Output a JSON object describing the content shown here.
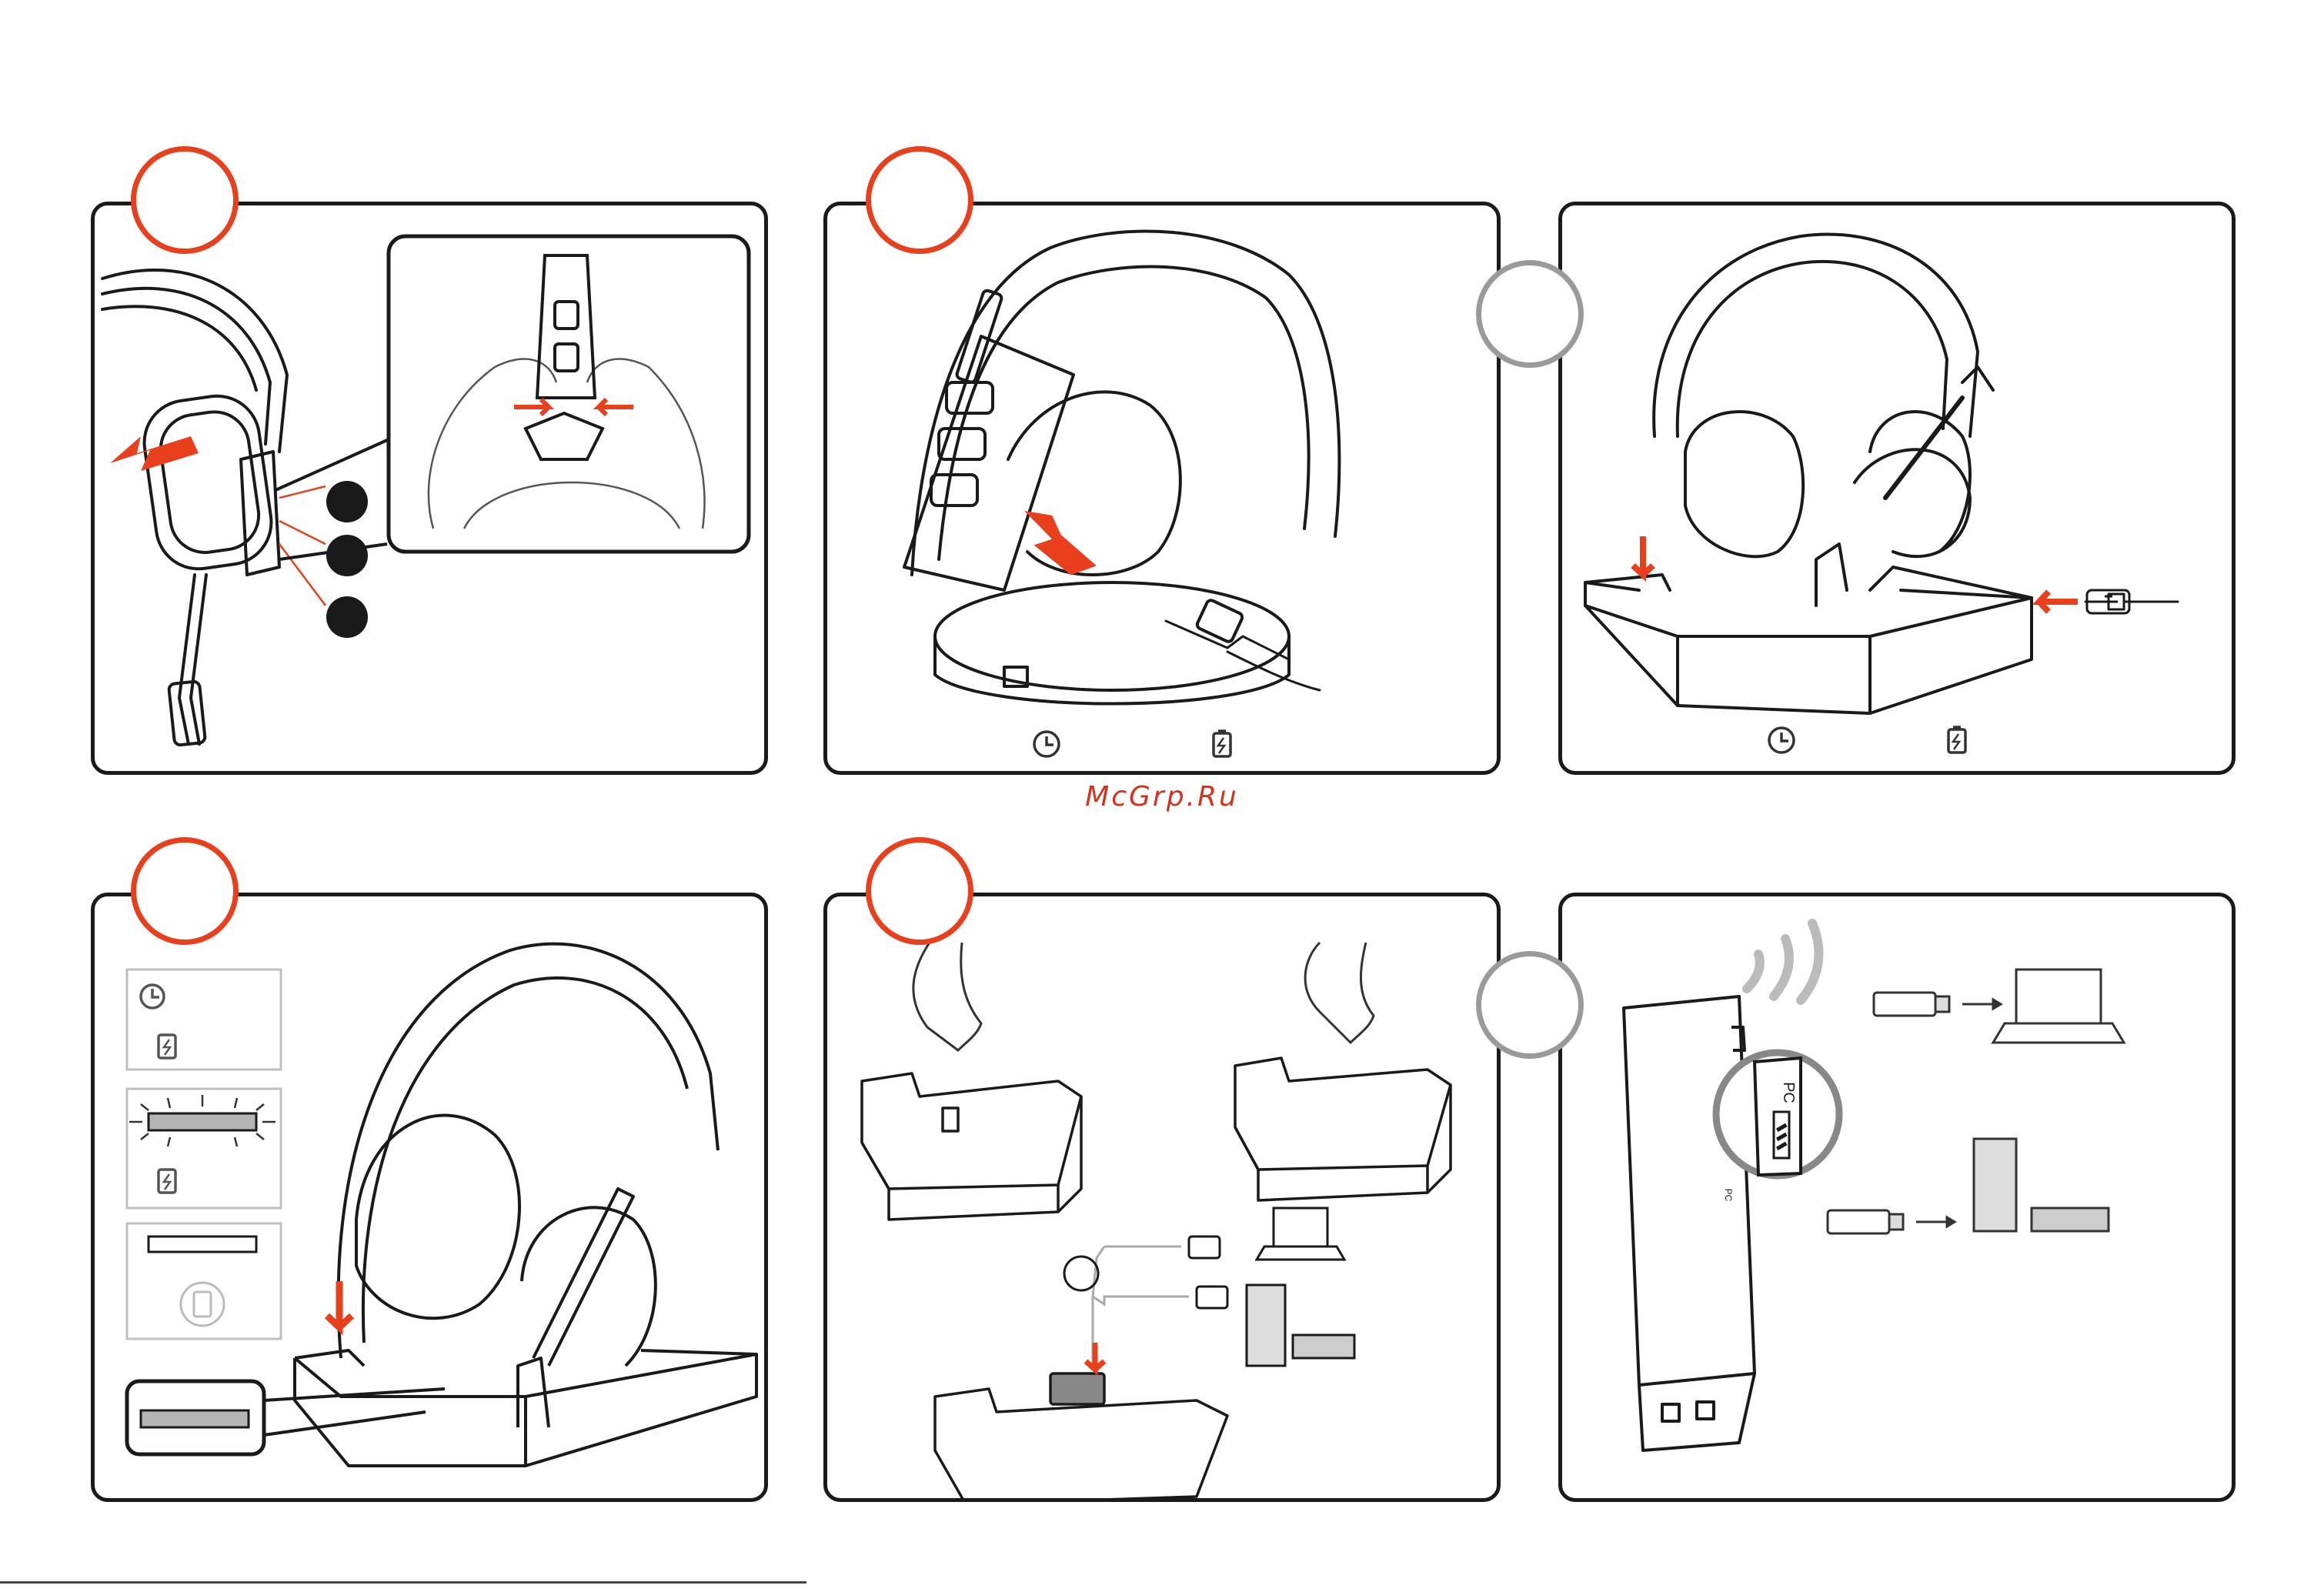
{
  "watermark": {
    "text": "McGrp.Ru"
  },
  "colors": {
    "accent": "#e8401c",
    "outline": "#1a1a1a",
    "inactive": "#9a9a9a"
  },
  "panels": [
    {
      "id": "remove-ear-cushion",
      "icons": [
        "headset-drawing",
        "magnified-inset",
        "arrow-icon",
        "callout-dot"
      ]
    },
    {
      "id": "charge-with-cable",
      "icons": [
        "headset-drawing",
        "usb-plug-icon",
        "clock-icon",
        "battery-charging-icon"
      ]
    },
    {
      "id": "charge-on-base",
      "icons": [
        "headset-drawing",
        "charging-base",
        "usb-plug-icon",
        "clock-icon",
        "battery-charging-icon"
      ]
    },
    {
      "id": "charge-status-led",
      "icons": [
        "clock-icon",
        "battery-charging-icon",
        "led-blinking",
        "led-solid",
        "battery-full-icon"
      ]
    },
    {
      "id": "insert-usb-adapter",
      "icons": [
        "hand-drawing",
        "charging-base",
        "laptop-icon",
        "console-icon"
      ]
    },
    {
      "id": "usb-adapter-mode-switch",
      "icons": [
        "usb-adapter",
        "wireless-icon",
        "mode-switch",
        "laptop-icon",
        "console-icon"
      ]
    }
  ],
  "adapter_switch": {
    "pc_label": "PC",
    "pc_label_small": "PC"
  }
}
